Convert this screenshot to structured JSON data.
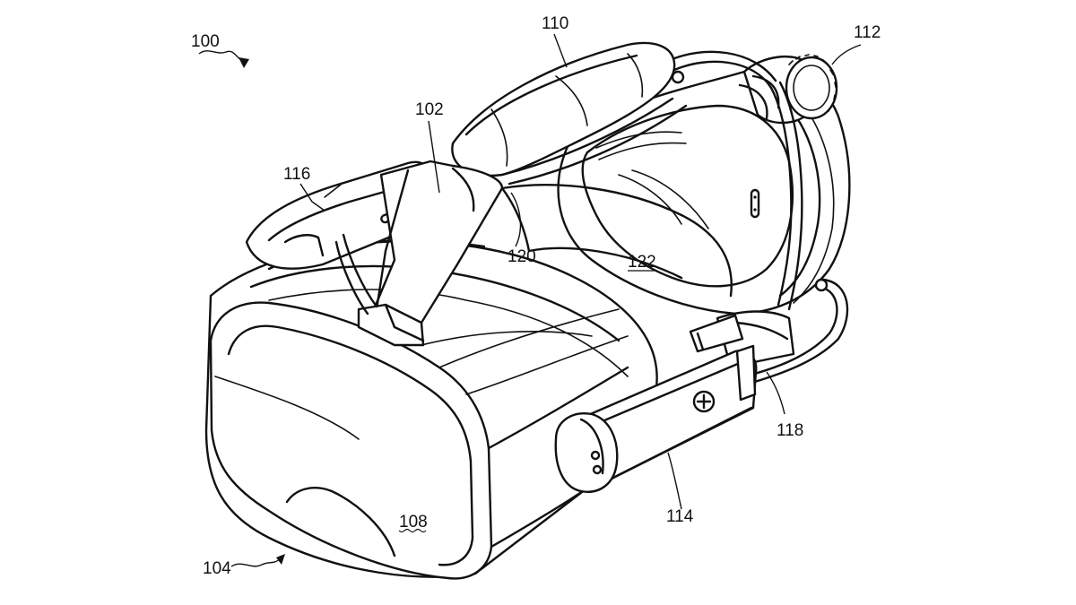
{
  "figure": {
    "reference_numerals": {
      "r100": "100",
      "r102": "102",
      "r104": "104",
      "r108": "108",
      "r110": "110",
      "r112": "112",
      "r114": "114",
      "r116": "116",
      "r118": "118",
      "r120": "120",
      "r122": "122"
    },
    "colors": {
      "line": "#111111",
      "background": "#ffffff"
    }
  }
}
